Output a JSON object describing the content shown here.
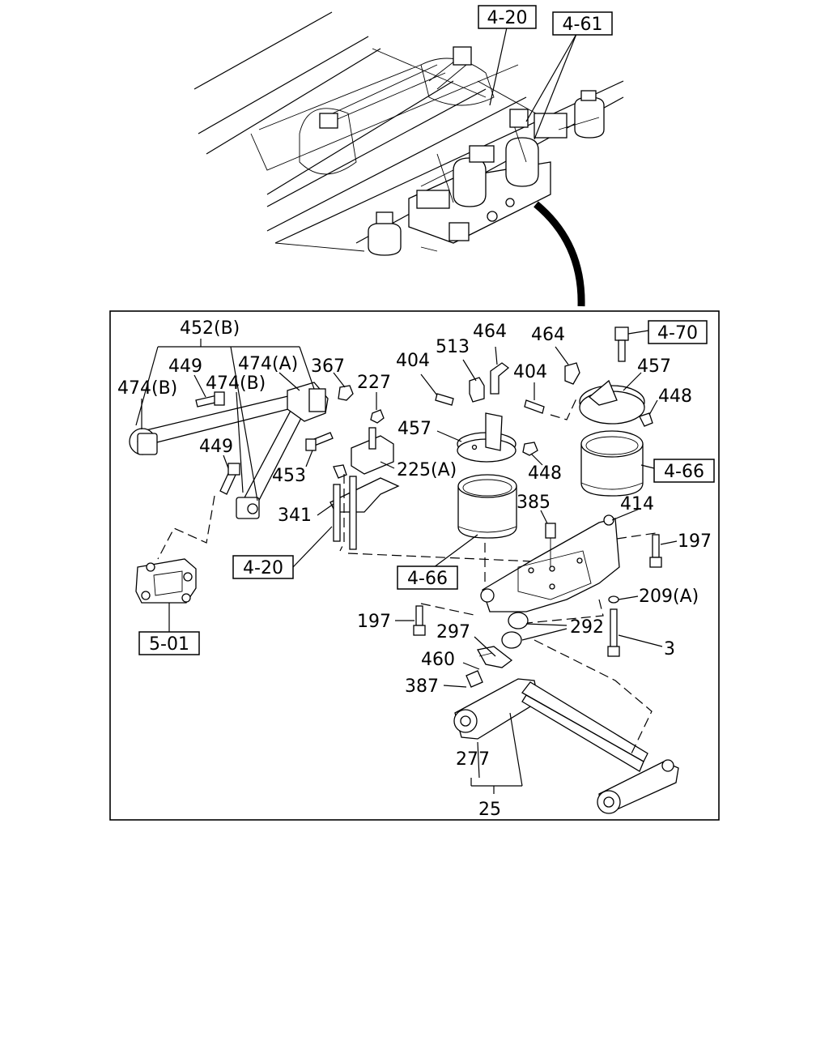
{
  "references": {
    "frame_top": "4-20",
    "shock_top": "4-61",
    "valve": "4-70",
    "bag_right": "4-66",
    "frame_detail": "4-20",
    "bag_left": "4-66",
    "axle_bracket": "5-01"
  },
  "labels": {
    "p452b": "452(B)",
    "p449a": "449",
    "p474a": "474(A)",
    "p367": "367",
    "p474b_left": "474(B)",
    "p474b_mid": "474(B)",
    "p227": "227",
    "p449b": "449",
    "p453": "453",
    "p225a": "225(A)",
    "p341": "341",
    "p404a": "404",
    "p513": "513",
    "p464a": "464",
    "p464b": "464",
    "p404b": "404",
    "p457a": "457",
    "p457b": "457",
    "p448a": "448",
    "p448b": "448",
    "p385": "385",
    "p414": "414",
    "p197a": "197",
    "p197b": "197",
    "p209a": "209(A)",
    "p292": "292",
    "p297": "297",
    "p3": "3",
    "p460": "460",
    "p387": "387",
    "p277": "277",
    "p25": "25"
  }
}
